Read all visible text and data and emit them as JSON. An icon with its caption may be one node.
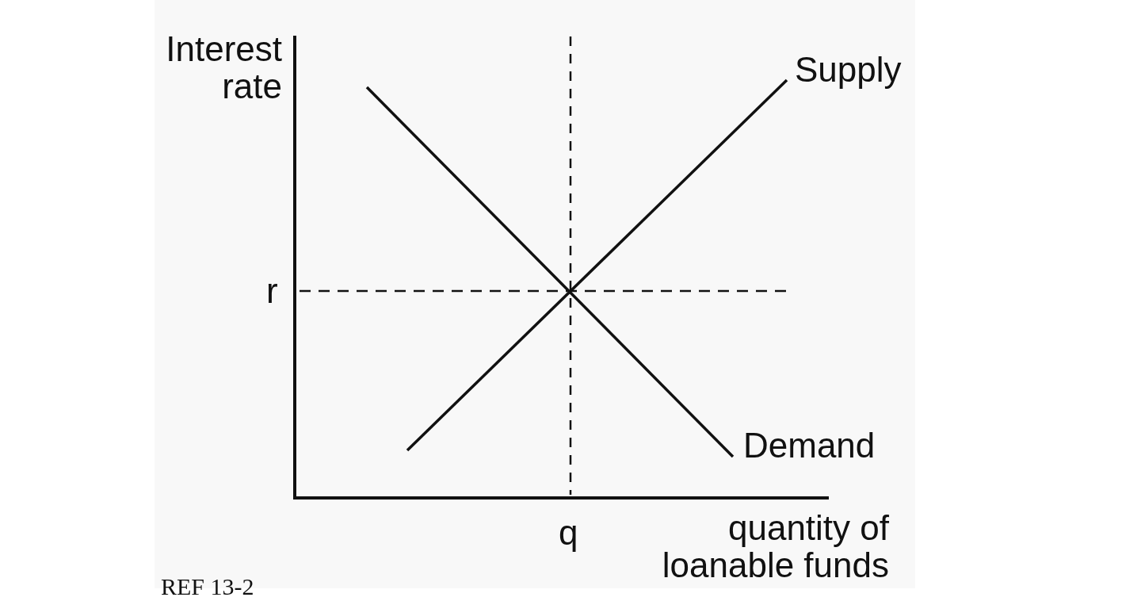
{
  "diagram": {
    "labels": [
      "Interest rate",
      "Supply",
      "r",
      "Demand",
      "q",
      "quantity of loanable funds",
      "REF 13-2"
    ]
  }
}
